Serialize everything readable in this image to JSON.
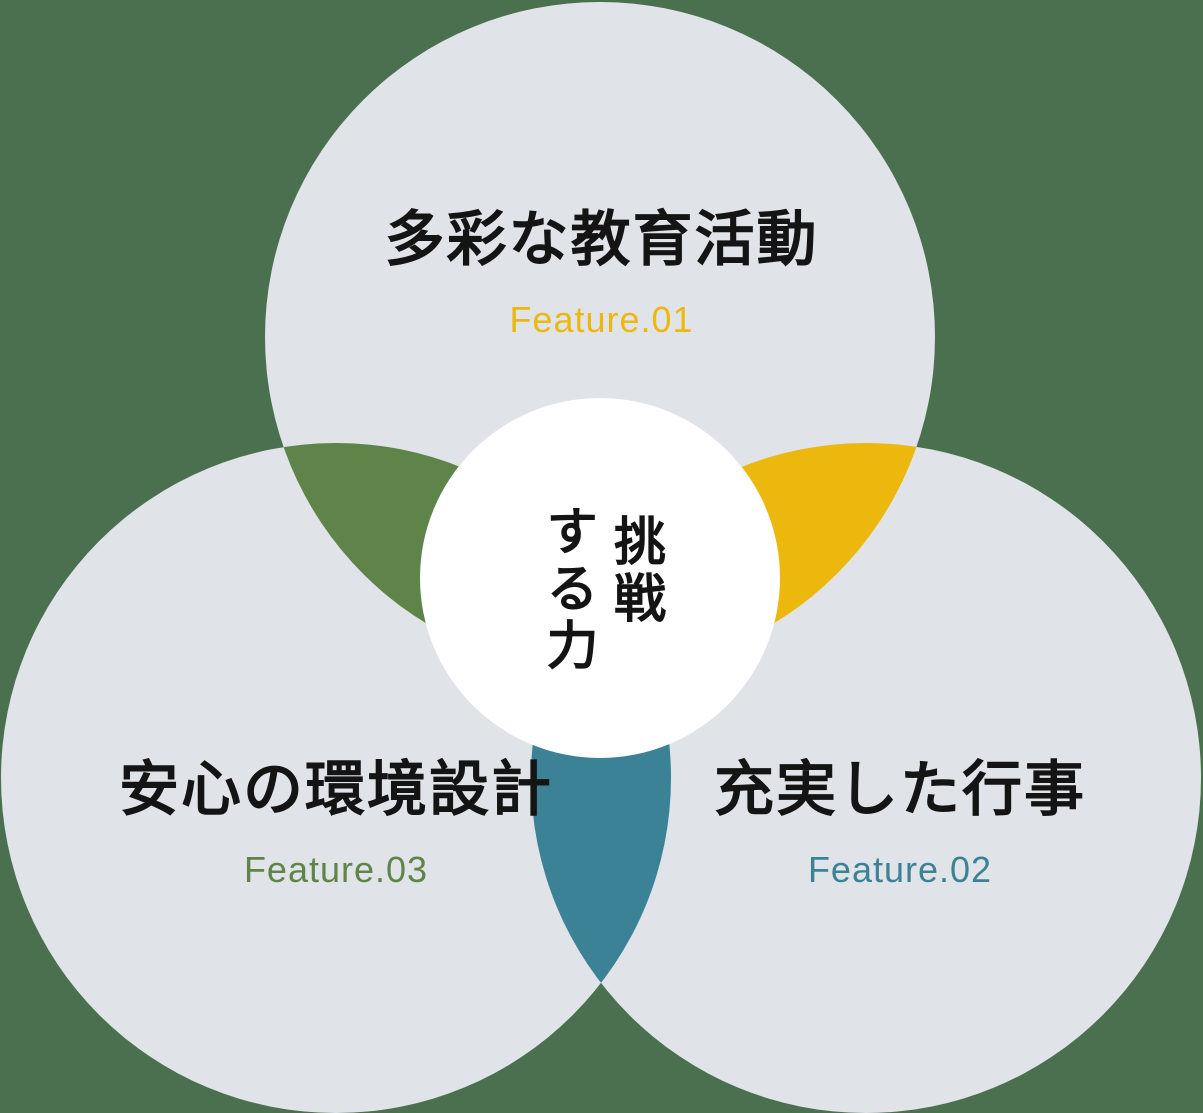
{
  "graphic": {
    "type": "venn-diagram",
    "background_color": "#4a7050",
    "circle_fill": "#e0e3e7",
    "center_fill": "#ffffff"
  },
  "center": {
    "full_text": "挑戦する力",
    "column_primary": "挑戦",
    "column_secondary": "する力"
  },
  "lobes": {
    "top": {
      "title": "多彩な教育活動",
      "feature_label": "Feature.01",
      "accent_color": "#edb80e"
    },
    "bottom_right": {
      "title": "充実した行事",
      "feature_label": "Feature.02",
      "accent_color": "#3c8296"
    },
    "bottom_left": {
      "title": "安心の環境設計",
      "feature_label": "Feature.03",
      "accent_color": "#5f8449"
    }
  },
  "overlaps": {
    "top_left_lens": {
      "name": "top-left-overlap",
      "color": "#5f8449"
    },
    "top_right_lens": {
      "name": "top-right-overlap",
      "color": "#edb80e"
    },
    "bottom_lens": {
      "name": "bottom-overlap",
      "color": "#3c8296"
    }
  }
}
